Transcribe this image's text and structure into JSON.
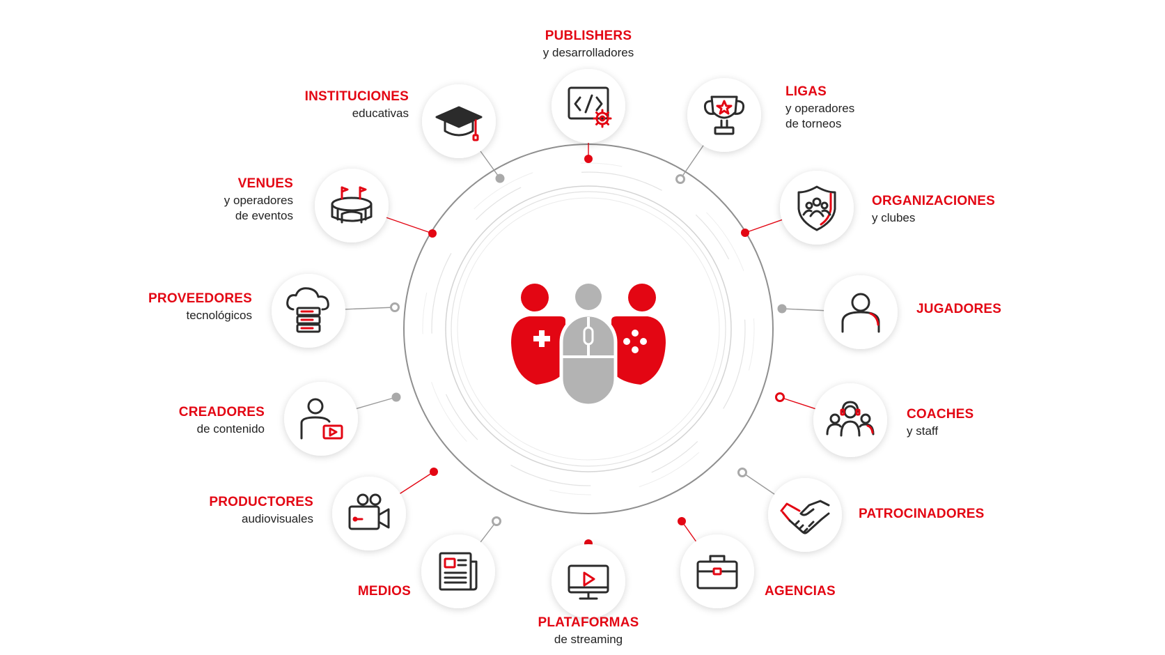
{
  "colors": {
    "accent": "#e30613",
    "ring": "#8f8f8f",
    "gray_node": "#a9a9a9",
    "icon": "#2b2b2b"
  },
  "center": {
    "icon": "gamers-group-icon"
  },
  "nodes": [
    {
      "id": "publishers",
      "title": "PUBLISHERS",
      "sub": [
        "y desarrolladores"
      ],
      "icon": "code-gear-icon",
      "dot": "red"
    },
    {
      "id": "ligas",
      "title": "LIGAS",
      "sub": [
        "y operadores",
        "de torneos"
      ],
      "icon": "trophy-icon",
      "dot": "ring"
    },
    {
      "id": "organizaciones",
      "title": "ORGANIZACIONES",
      "sub": [
        "y clubes"
      ],
      "icon": "shield-team-icon",
      "dot": "red"
    },
    {
      "id": "jugadores",
      "title": "JUGADORES",
      "sub": [],
      "icon": "player-icon",
      "dot": "gray"
    },
    {
      "id": "coaches",
      "title": "COACHES",
      "sub": [
        "y staff"
      ],
      "icon": "coach-headset-icon",
      "dot": "redring"
    },
    {
      "id": "patrocinadores",
      "title": "PATROCINADORES",
      "sub": [],
      "icon": "handshake-icon",
      "dot": "ring"
    },
    {
      "id": "agencias",
      "title": "AGENCIAS",
      "sub": [],
      "icon": "briefcase-icon",
      "dot": "red"
    },
    {
      "id": "plataformas",
      "title": "PLATAFORMAS",
      "sub": [
        "de streaming"
      ],
      "icon": "streaming-monitor-icon",
      "dot": "red"
    },
    {
      "id": "medios",
      "title": "MEDIOS",
      "sub": [],
      "icon": "newspaper-icon",
      "dot": "ring"
    },
    {
      "id": "productores",
      "title": "PRODUCTORES",
      "sub": [
        "audiovisuales"
      ],
      "icon": "video-camera-icon",
      "dot": "red"
    },
    {
      "id": "creadores",
      "title": "CREADORES",
      "sub": [
        "de contenido"
      ],
      "icon": "content-creator-icon",
      "dot": "gray"
    },
    {
      "id": "proveedores",
      "title": "PROVEEDORES",
      "sub": [
        "tecnológicos"
      ],
      "icon": "cloud-server-icon",
      "dot": "ring"
    },
    {
      "id": "venues",
      "title": "VENUES",
      "sub": [
        "y operadores",
        "de eventos"
      ],
      "icon": "stadium-icon",
      "dot": "red"
    },
    {
      "id": "instituciones",
      "title": "INSTITUCIONES",
      "sub": [
        "educativas"
      ],
      "icon": "graduation-cap-icon",
      "dot": "gray"
    }
  ]
}
